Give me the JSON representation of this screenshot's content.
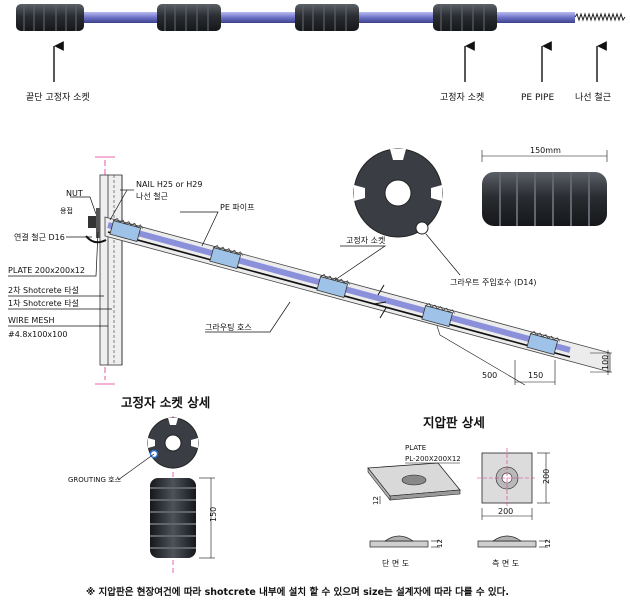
{
  "top_labels": {
    "end_socket": "끝단 고정자 소켓",
    "socket": "고정자 소켓",
    "pe_pipe": "PE PIPE",
    "rebar": "나선 철근"
  },
  "section_labels": {
    "nut": "NUT",
    "nail": "NAIL H25 or H29",
    "nail_rebar": "나선 철근",
    "weld": "용접",
    "connect_rebar": "연결 철근 D16",
    "plate": "PLATE 200x200x12",
    "shotcrete2": "2차 Shotcrete 타설",
    "shotcrete1": "1차 Shotcrete 타설",
    "wire_mesh": "WIRE MESH",
    "wire_mesh_size": "#4.8x100x100",
    "pe_pipe": "PE 파이프",
    "socket": "고정자 소켓",
    "grout_hose": "그라우팅 호스",
    "grout_inject": "그라우트 주입호수 (D14)",
    "dim_500": "500",
    "dim_150": "150",
    "dim_100": "100",
    "dim_150mm": "150mm"
  },
  "socket_detail": {
    "title": "고정자 소켓 상세",
    "grouting": "GROUTING 호스",
    "dim_150": "150"
  },
  "plate_detail": {
    "title": "지압판 상세",
    "plate": "PLATE",
    "plate_spec": "PL-200X200X12",
    "dim_12a": "12",
    "dim_200w": "200",
    "dim_200h": "200",
    "dim_12b": "12",
    "dim_12c": "12",
    "front_view": "단 면 도",
    "side_view": "측 면 도"
  },
  "footnote": "※ 지압판은 현장여건에 따라 shotcrete 내부에 설치 할 수 있으며 size는 설계자에 따라 다를 수 있다.",
  "colors": {
    "pipe": "#7b7fd0",
    "socket": "#2e3136",
    "socket_blue": "#9fc3e8",
    "dim_magenta": "#e0308c"
  }
}
